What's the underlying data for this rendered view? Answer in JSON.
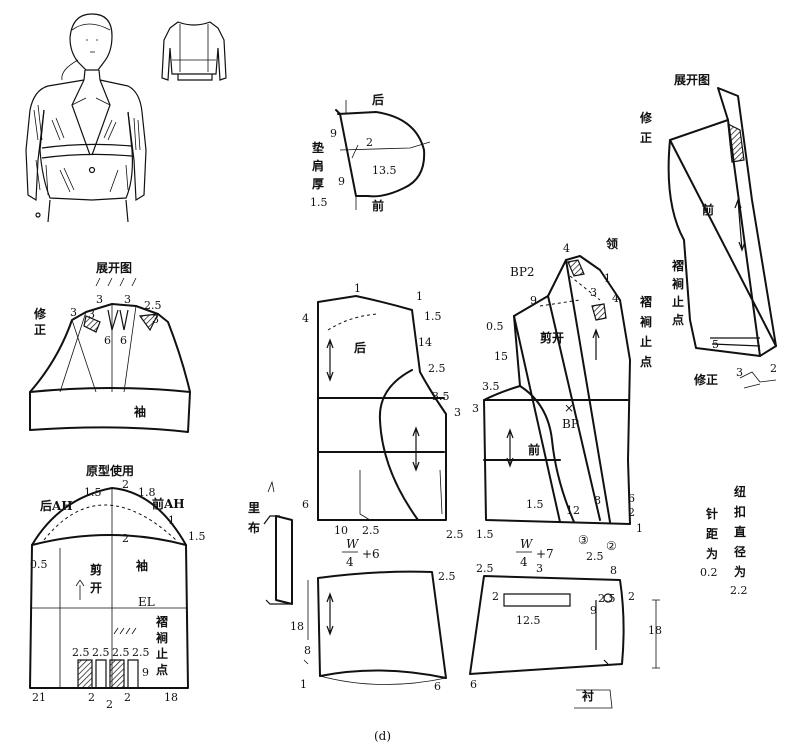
{
  "figure_caption": "(d)",
  "figures": {
    "shoulder_pad": {
      "title_back": "后",
      "title_front": "前",
      "side_label": [
        "垫",
        "肩",
        "厚"
      ],
      "thickness": "1.5",
      "dims": [
        "9",
        "2",
        "13.5",
        "9"
      ]
    },
    "sleeve_expansion": {
      "title": "展开图",
      "correction": [
        "修",
        "正"
      ],
      "sleeve": "袖",
      "dims": [
        "3",
        "3",
        "3",
        "2.5",
        "3",
        "3",
        "6",
        "6"
      ]
    },
    "prototype_use": {
      "title": "原型使用",
      "back_ah": "后AH",
      "front_ah": "前AH",
      "sleeve": "袖",
      "cut_open": [
        "剪",
        "开"
      ],
      "el": "EL",
      "pleat_stop": [
        "褶",
        "裥",
        "止",
        "点"
      ],
      "dims_top": [
        "1.5",
        "2",
        "1.8",
        "1",
        "1.5"
      ],
      "dim_side": "0.5",
      "dim_mid": "2",
      "dims_pleat": [
        "2.5",
        "2.5",
        "2.5",
        "2.5"
      ],
      "dims_bottom": [
        "21",
        "2",
        "2",
        "2",
        "18"
      ],
      "dim_nine": "9"
    },
    "lining": {
      "label": [
        "里",
        "布"
      ]
    },
    "back_bodice": {
      "title": "后",
      "dims": [
        "1",
        "1",
        "4",
        "1.5",
        "14",
        "2.5",
        "3.5",
        "3",
        "6",
        "10",
        "2.5",
        "2.5",
        "2.5",
        "18",
        "8",
        "1",
        "6"
      ],
      "waist_formula": {
        "numerator": "W",
        "denominator": "4",
        "suffix": "+6"
      }
    },
    "front_bodice": {
      "title": "前",
      "collar": "领",
      "bp2": "BP2",
      "bp": "BP",
      "cut_open": "剪开",
      "pleat_stop": [
        "褶",
        "裥",
        "止",
        "点"
      ],
      "lining_short": "衬",
      "dims": [
        "4",
        "1",
        "9",
        "3",
        "4",
        "0.5",
        "15",
        "3.5",
        "3",
        "1.5",
        "8",
        "12",
        "6",
        "2",
        "1",
        "1.5",
        "2.5",
        "2.5",
        "3",
        "2",
        "8",
        "2.5",
        "2",
        "12.5",
        "9",
        "18",
        "6"
      ],
      "circled": [
        "③",
        "②"
      ],
      "waist_formula": {
        "numerator": "W",
        "denominator": "4",
        "suffix": "+7"
      }
    },
    "front_expansion": {
      "title": "展开图",
      "correction_top": [
        "修",
        "正"
      ],
      "correction_bottom": "修正",
      "front": "前",
      "pleat_stop": [
        "褶",
        "裥",
        "止",
        "点"
      ],
      "dims": [
        "5",
        "3",
        "2"
      ]
    },
    "notes": {
      "stitch_spacing": [
        "针",
        "距",
        "为",
        "0.2"
      ],
      "button_diameter": [
        "纽",
        "扣",
        "直",
        "径",
        "为",
        "2.2"
      ]
    }
  }
}
